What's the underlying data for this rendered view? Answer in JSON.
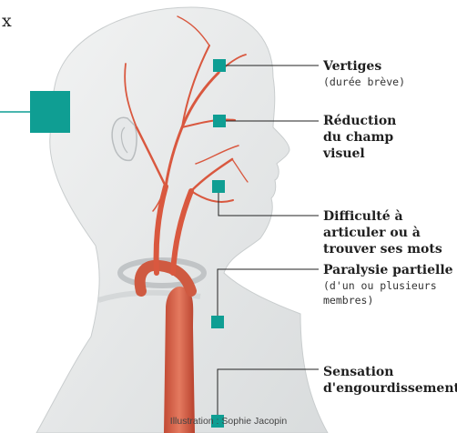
{
  "cut_text": "x",
  "accent_color": "#0f9e93",
  "artery_color": "#d9583f",
  "symptoms": [
    {
      "title": "Vertiges",
      "detail": "(durée brève)"
    },
    {
      "title": "Réduction\ndu champ\nvisuel",
      "detail": ""
    },
    {
      "title": "Difficulté à\narticuler ou à\ntrouver ses mots",
      "detail": ""
    },
    {
      "title": "Paralysie partielle",
      "detail": "(d'un ou plusieurs\nmembres)"
    },
    {
      "title": "Sensation\nd'engourdissement",
      "detail": ""
    }
  ],
  "credit": "Illustration : Sophie Jacopin"
}
